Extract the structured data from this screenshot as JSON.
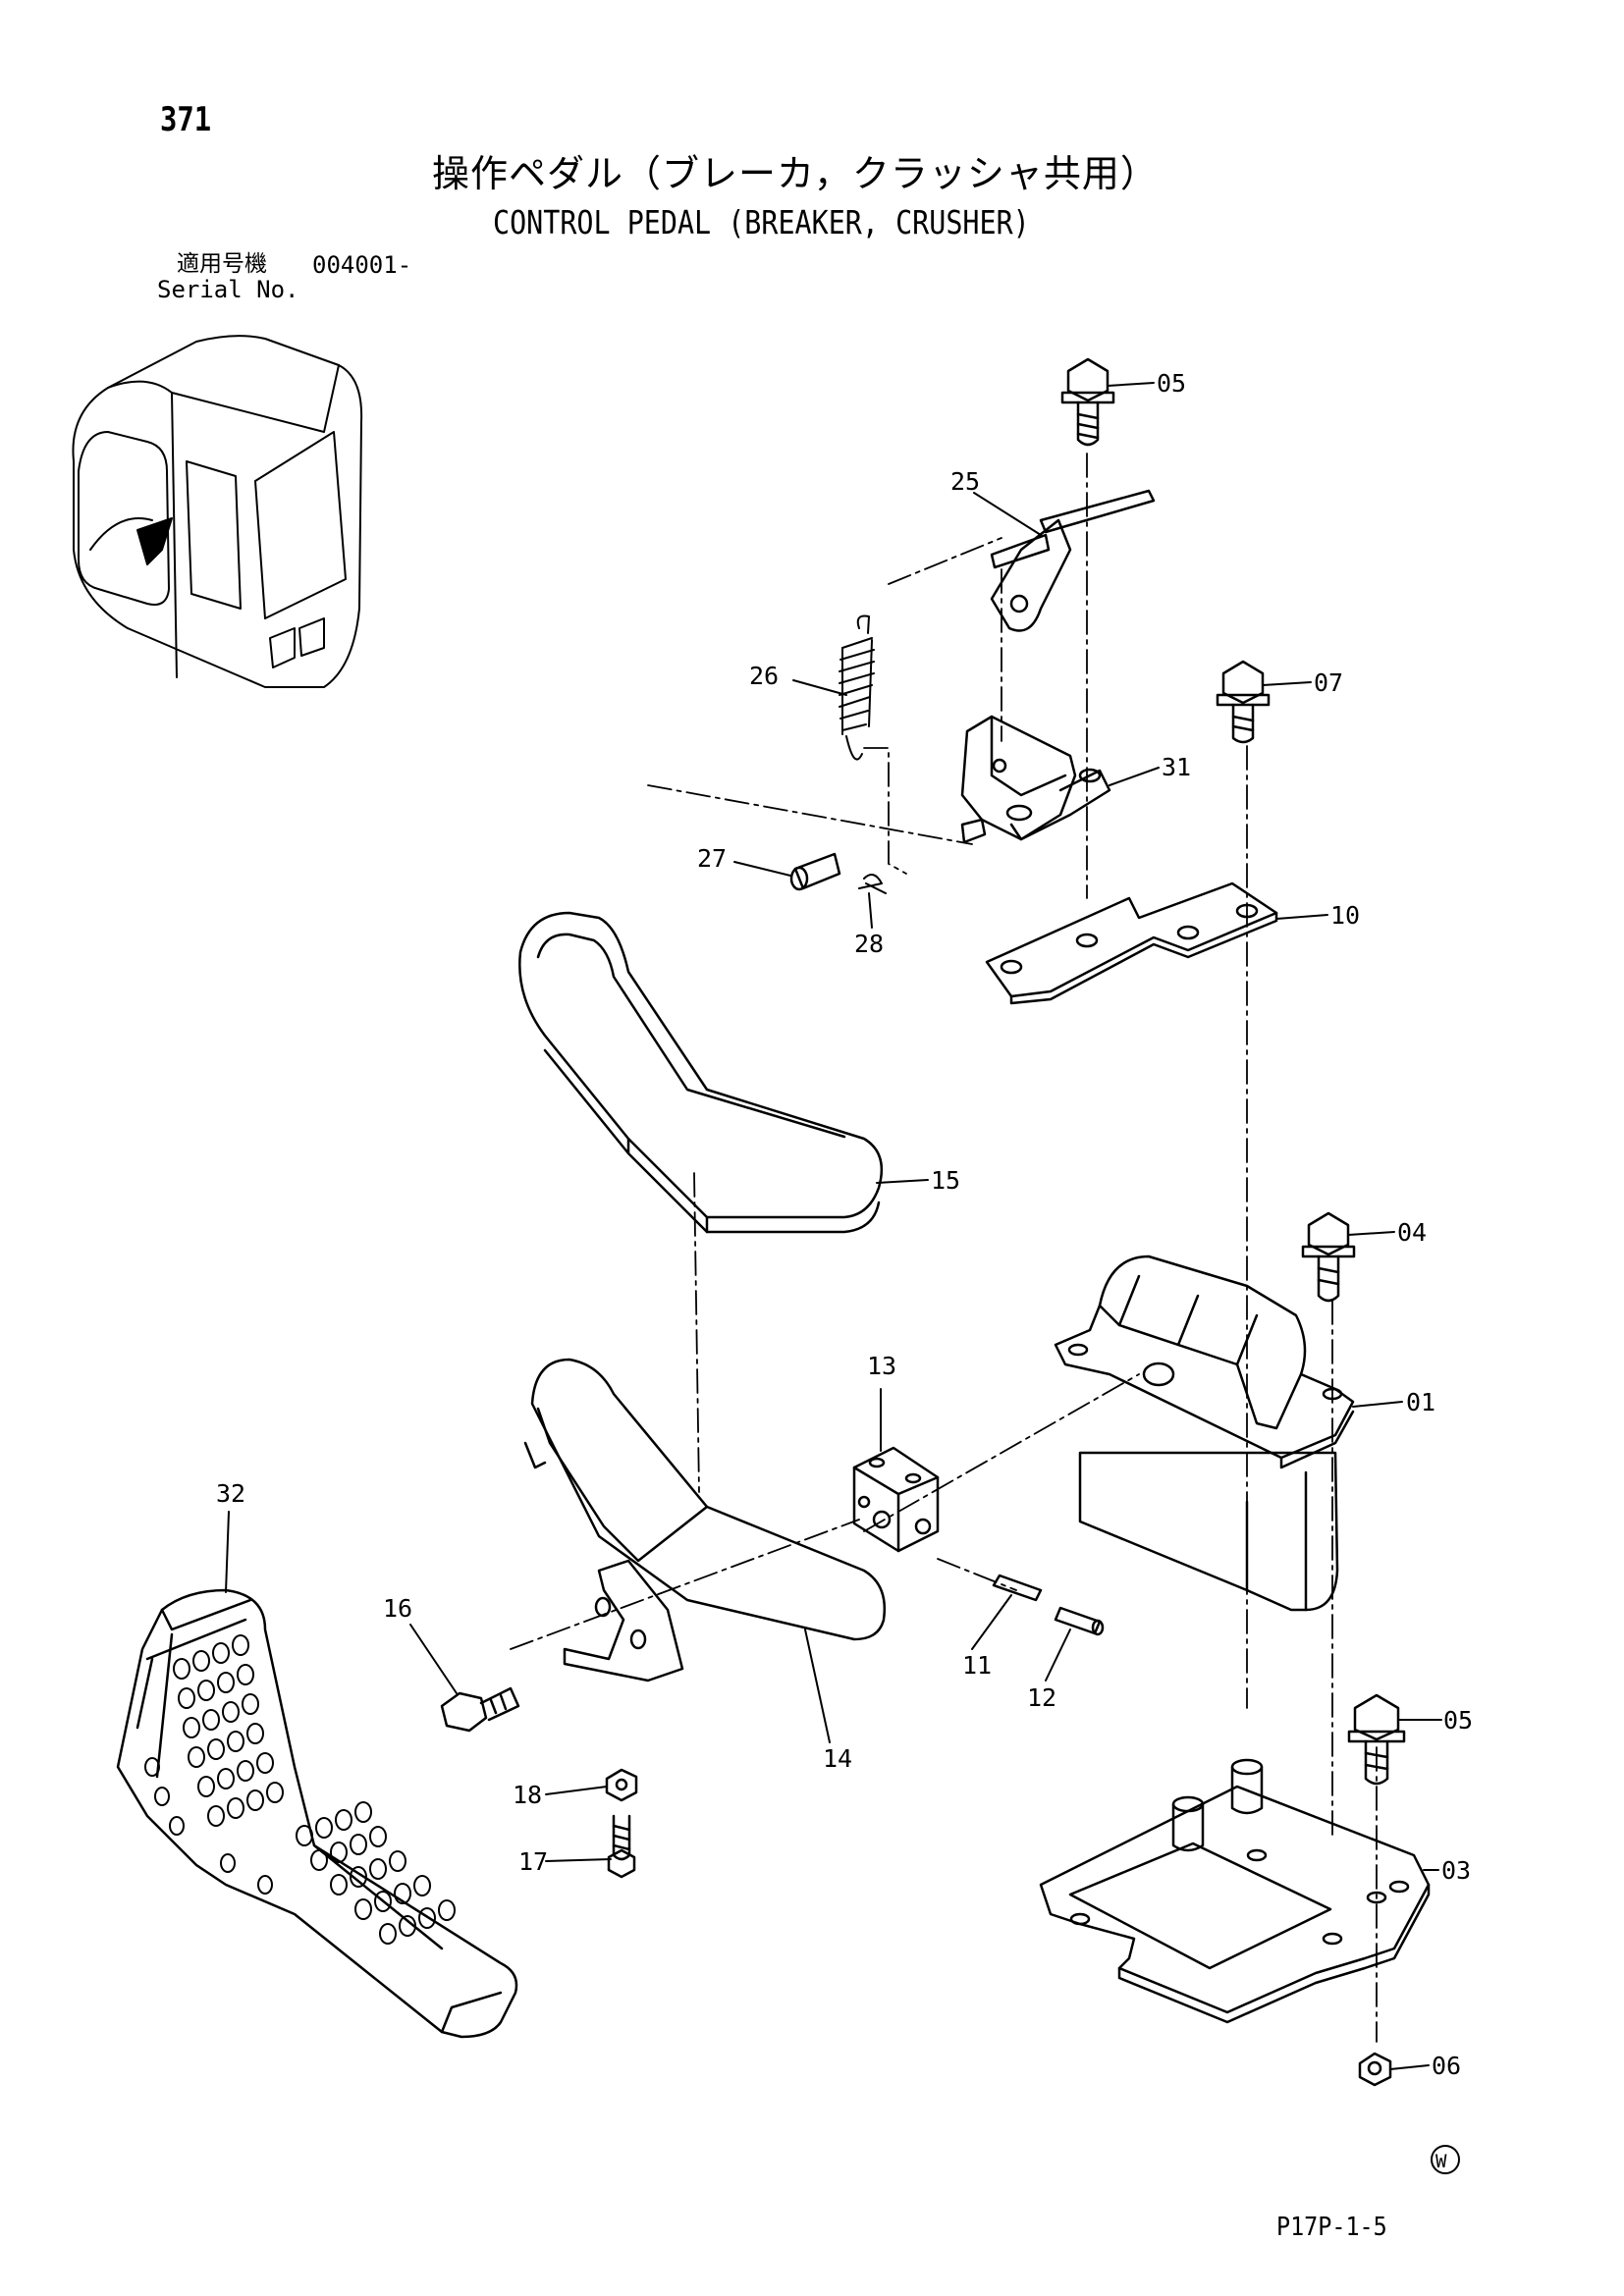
{
  "header": {
    "page_number": "371",
    "title_ja": "操作ペダル（ブレーカ，クラッシャ共用）",
    "title_en": "CONTROL PEDAL (BREAKER, CRUSHER)",
    "serial_label_ja": "適用号機",
    "serial_value": "004001-",
    "serial_label_en": "Serial No."
  },
  "parts": {
    "p01": "01",
    "p03": "03",
    "p04": "04",
    "p05a": "05",
    "p05b": "05",
    "p06": "06",
    "p07": "07",
    "p10": "10",
    "p11": "11",
    "p12": "12",
    "p13": "13",
    "p14": "14",
    "p15": "15",
    "p16": "16",
    "p17": "17",
    "p18": "18",
    "p25": "25",
    "p26": "26",
    "p27": "27",
    "p28": "28",
    "p31": "31",
    "p32": "32"
  },
  "badge": "W",
  "footer": {
    "code": "P17P-1-5"
  }
}
